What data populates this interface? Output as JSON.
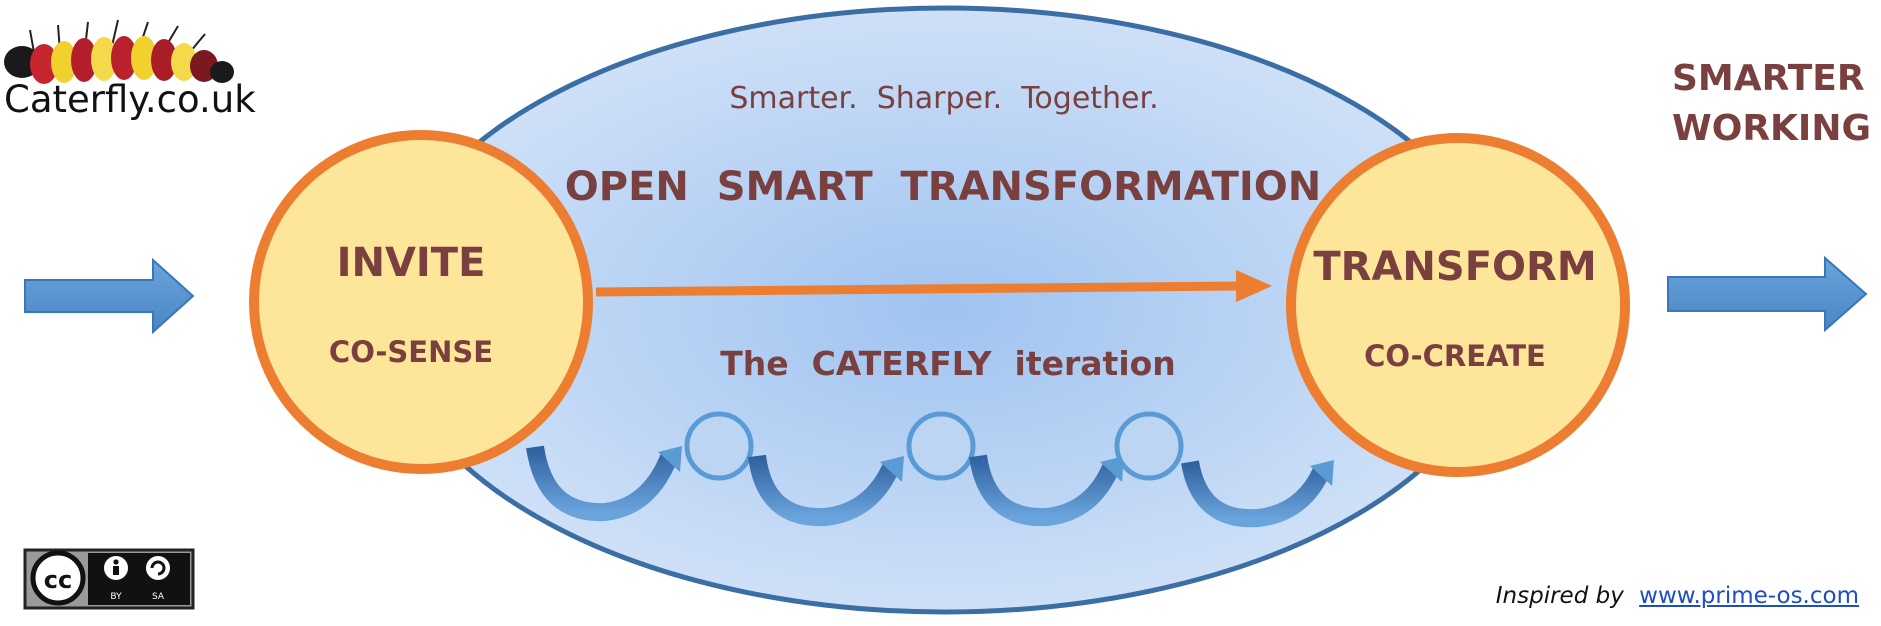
{
  "brand": {
    "name": "Caterfly.co.uk",
    "logo_icon": "caterpillar-icon"
  },
  "license": {
    "icon": "creative-commons-by-sa-icon",
    "lettering": [
      "cc",
      "BY",
      "SA"
    ]
  },
  "outcome": {
    "line1": "SMARTER",
    "line2": "WORKING"
  },
  "ellipse": {
    "tagline": "Smarter.  Sharper.  Together.",
    "title": "OPEN  SMART  TRANSFORMATION",
    "iteration_label": "The  CATERFLY  iteration"
  },
  "left_node": {
    "title": "INVITE",
    "subtitle": "CO-SENSE"
  },
  "right_node": {
    "title": "TRANSFORM",
    "subtitle": "CO-CREATE"
  },
  "credit": {
    "prefix": "Inspired by",
    "link": "www.prime-os.com"
  },
  "colors": {
    "ellipse_fill_center": "#9fc3f0",
    "ellipse_fill_edge": "#cfe0f7",
    "ellipse_stroke": "#3c6ea6",
    "node_fill": "#fde59a",
    "node_stroke": "#ed7d31",
    "text_maroon": "#7a4040",
    "arrow_blue": "#5b9bd5"
  }
}
